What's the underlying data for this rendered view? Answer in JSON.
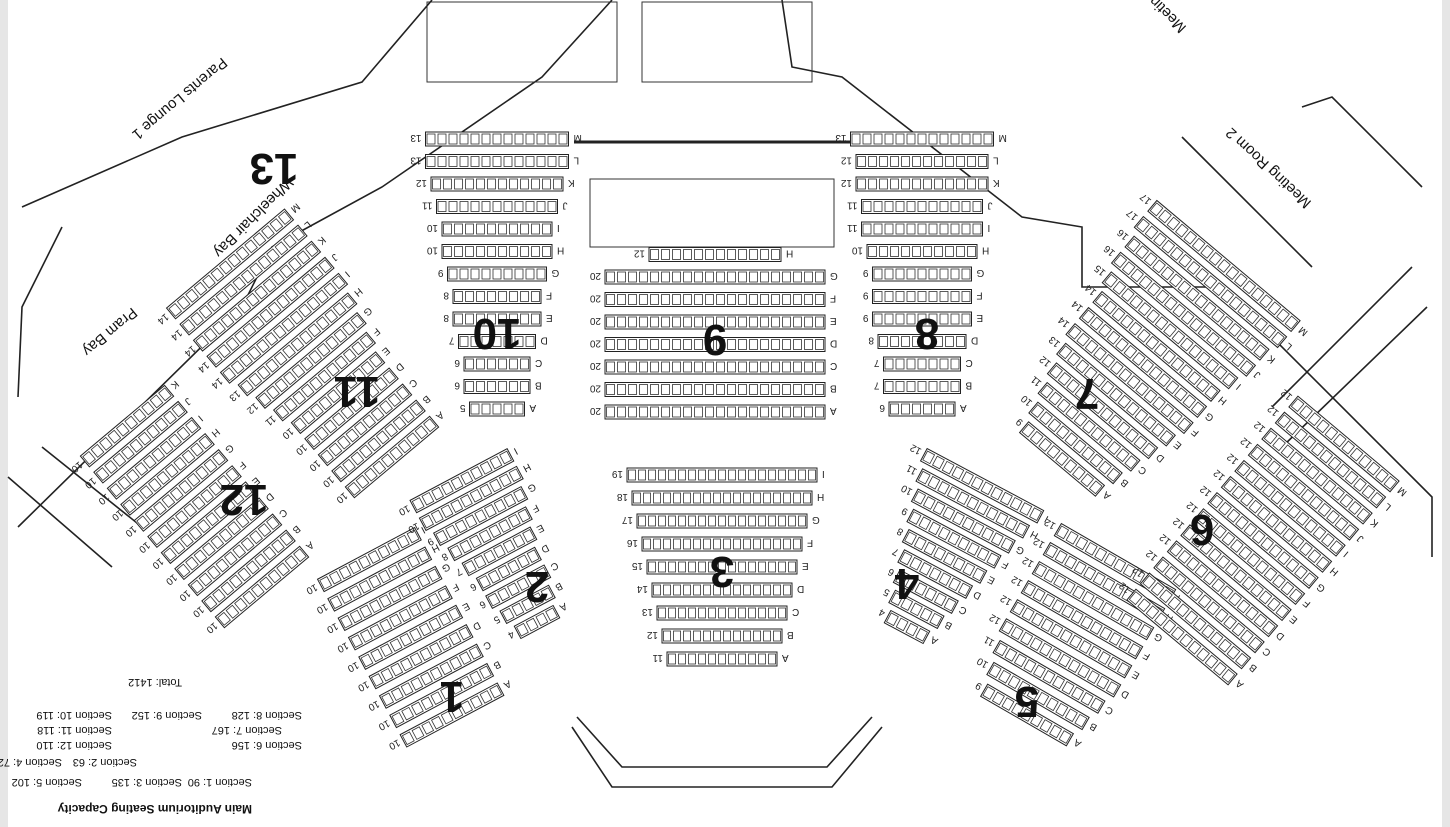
{
  "rooms": {
    "parents_lounge": "Parents Lounge 1",
    "meeting_room_1": "Meeting Room 1",
    "meeting_room_2": "Meeting Room 2",
    "wheelchair_bay": "Wheelchair Bay",
    "pram_bay": "Pram Bay"
  },
  "section_numbers": [
    "1",
    "2",
    "3",
    "4",
    "5",
    "6",
    "7",
    "8",
    "9",
    "10",
    "11",
    "12",
    "13"
  ],
  "sections": {
    "s1": {
      "rows": [
        "A",
        "B",
        "C",
        "D",
        "E",
        "F",
        "G",
        "H",
        "I"
      ],
      "counts": [
        "10",
        "10",
        "10",
        "10",
        "10",
        "10",
        "10",
        "10",
        "10"
      ]
    },
    "s2": {
      "rows": [
        "A",
        "B",
        "C",
        "D",
        "E",
        "F",
        "G",
        "H",
        "I"
      ],
      "counts": [
        "4",
        "5",
        "6",
        "6",
        "7",
        "8",
        "9",
        "10",
        "10"
      ]
    },
    "s3": {
      "rows": [
        "A",
        "B",
        "C",
        "D",
        "E",
        "F",
        "G",
        "H",
        "I"
      ],
      "counts": [
        "11",
        "12",
        "13",
        "14",
        "15",
        "16",
        "17",
        "18",
        "19"
      ]
    },
    "s4": {
      "rows": [
        "A",
        "B",
        "C",
        "D",
        "E",
        "F",
        "G",
        "H",
        "I"
      ],
      "counts": [
        "4",
        "5",
        "6",
        "7",
        "8",
        "9",
        "10",
        "11",
        "12"
      ]
    },
    "s5": {
      "rows": [
        "A",
        "B",
        "C",
        "D",
        "E",
        "F",
        "G",
        "H",
        "I"
      ],
      "counts": [
        "9",
        "10",
        "11",
        "12",
        "12",
        "12",
        "12",
        "12",
        "12"
      ]
    },
    "s6": {
      "rows": [
        "A",
        "B",
        "C",
        "D",
        "E",
        "F",
        "G",
        "H",
        "I",
        "J",
        "K",
        "L",
        "M"
      ],
      "counts": [
        "12",
        "12",
        "12",
        "12",
        "12",
        "12",
        "12",
        "12",
        "12",
        "12",
        "12",
        "12",
        "12"
      ]
    },
    "s7": {
      "rows": [
        "A",
        "B",
        "C",
        "D",
        "E",
        "F",
        "G",
        "H",
        "I",
        "J",
        "K",
        "L",
        "M"
      ],
      "counts": [
        "9",
        "10",
        "11",
        "12",
        "13",
        "14",
        "14",
        "14",
        "15",
        "16",
        "16",
        "17",
        "17"
      ]
    },
    "s8": {
      "rows": [
        "A",
        "B",
        "C",
        "D",
        "E",
        "F",
        "G",
        "H",
        "I",
        "J",
        "K",
        "L",
        "M"
      ],
      "counts": [
        "6",
        "7",
        "7",
        "8",
        "9",
        "9",
        "9",
        "10",
        "11",
        "11",
        "12",
        "12",
        "13",
        "13"
      ]
    },
    "s9": {
      "rows": [
        "A",
        "B",
        "C",
        "D",
        "E",
        "F",
        "G",
        "H"
      ],
      "counts": [
        "20",
        "20",
        "20",
        "20",
        "20",
        "20",
        "20",
        "12"
      ]
    },
    "s10": {
      "rows": [
        "A",
        "B",
        "C",
        "D",
        "E",
        "F",
        "G",
        "H",
        "I",
        "J",
        "K",
        "L",
        "M"
      ],
      "counts": [
        "5",
        "6",
        "6",
        "7",
        "8",
        "8",
        "9",
        "10",
        "10",
        "11",
        "12",
        "13",
        "13"
      ]
    },
    "s11": {
      "rows": [
        "A",
        "B",
        "C",
        "D",
        "E",
        "F",
        "G",
        "H",
        "I",
        "J",
        "K",
        "L",
        "M"
      ],
      "counts": [
        "10",
        "10",
        "10",
        "10",
        "10",
        "11",
        "12",
        "13",
        "14",
        "14",
        "14",
        "14",
        "14"
      ]
    },
    "s12": {
      "rows": [
        "A",
        "B",
        "C",
        "D",
        "E",
        "F",
        "G",
        "H",
        "I",
        "J",
        "K"
      ],
      "counts": [
        "10",
        "10",
        "10",
        "10",
        "10",
        "10",
        "10",
        "10",
        "10",
        "10",
        "10"
      ]
    }
  },
  "capacity": {
    "title": "Main Auditorium Seating Capacity",
    "lines": [
      "Section 1: 90",
      "Section 3: 135",
      "Section 5: 102",
      "Section 2: 63",
      "Section 4: 72",
      "Section 12: 110",
      "Section 6: 156",
      "Section 11: 118",
      "Section 7: 167",
      "Section 10: 119",
      "Section 9: 152",
      "Section 8: 128"
    ],
    "total": "Total: 1412"
  }
}
